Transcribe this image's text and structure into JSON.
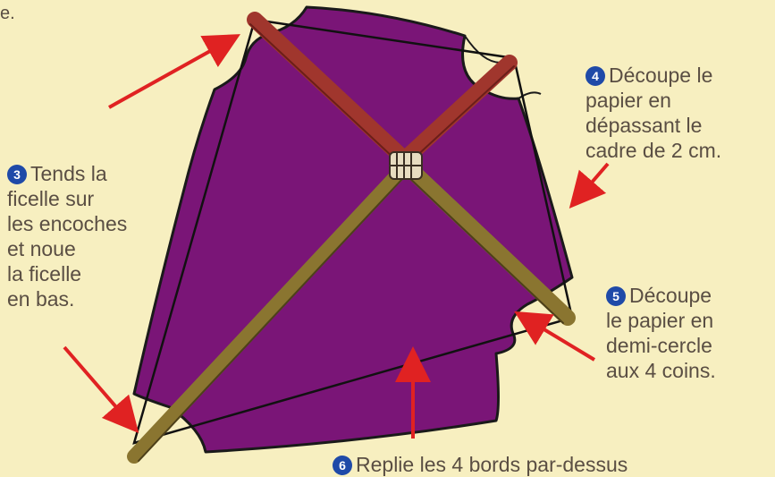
{
  "top_fragment": "e.",
  "steps": {
    "step3": {
      "number": "3",
      "text": "Tends la\nficelle sur\nles encoches\net noue\nla ficelle\nen bas."
    },
    "step4": {
      "number": "4",
      "text": "Découpe le\npapier en\ndépassant le\ncadre de 2 cm."
    },
    "step5": {
      "number": "5",
      "text": "Découpe\nle papier en\ndemi-cercle\naux 4 coins."
    },
    "step6": {
      "number": "6",
      "text": "Replie les 4 bords par-dessus"
    }
  },
  "colors": {
    "background": "#f7efc0",
    "paper": "#7a1577",
    "stick_red": "#a0362d",
    "stick_brown": "#8a7530",
    "arrow": "#e02222",
    "number_badge": "#1f4aa8",
    "text": "#5a4e43"
  }
}
